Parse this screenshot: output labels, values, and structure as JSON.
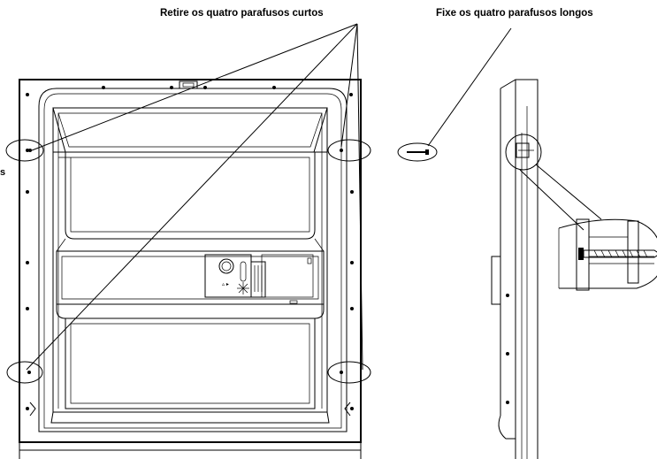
{
  "captions": {
    "remove_short_screws": "Retire os quatro parafusos curtos",
    "fix_long_screws": "Fixe os quatro parafusos longos"
  },
  "edge_mark": "s",
  "icons": {
    "short_screw_marker": "ellipse-highlight",
    "long_screw": "screw-icon",
    "detail_magnifier": "zoom-detail-circle",
    "dispenser_knob": "knob-icon",
    "rinse_aid_indicator": "sun-icon"
  }
}
